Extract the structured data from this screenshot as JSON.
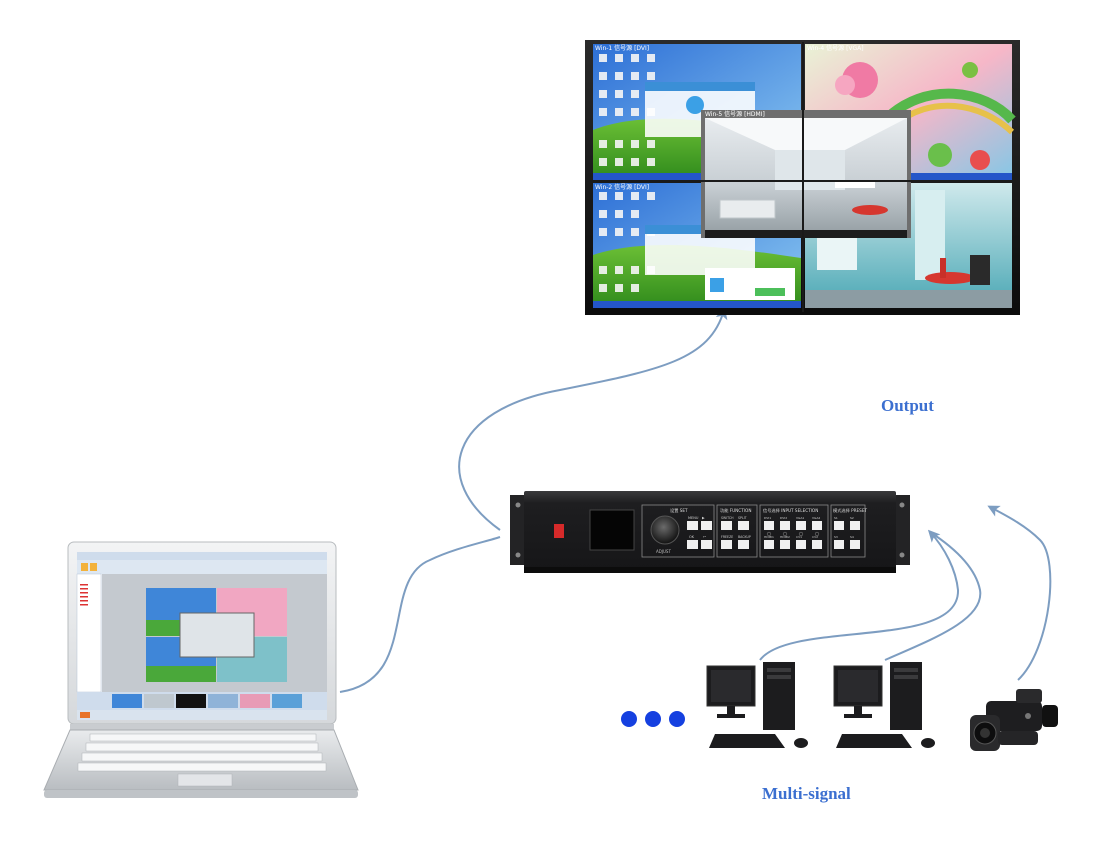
{
  "labels": {
    "output": "Output",
    "multi_signal": "Multi-signal"
  },
  "video_wall": {
    "windows": [
      {
        "title": "Win-1 信号源 [DVI]"
      },
      {
        "title": "Win-4 信号源 [VGA]"
      },
      {
        "title": "Win-5 信号源 [HDMI]"
      },
      {
        "title": "Win-2 信号源 [DVI]"
      }
    ]
  },
  "processor": {
    "sections": [
      {
        "label": "设置 SET"
      },
      {
        "label": "功能 FUNCTION"
      },
      {
        "label": "信号选择 INPUT SELECTION"
      },
      {
        "label": "模式选择 PRESET"
      }
    ],
    "buttons": [
      "MENU",
      "▶",
      "OK",
      "↩",
      "SWITCH",
      "SPLIT",
      "FREEZE",
      "BACKUP",
      "DVI1",
      "DVI2",
      "VGA1",
      "VGA2",
      "HDMI1",
      "HDMI2",
      "CV1",
      "CV2",
      "S1",
      "S2",
      "S3",
      "S4"
    ],
    "knob_label": "ADJUST"
  },
  "dots": {
    "count": 3
  },
  "colors": {
    "arrow": "#7d9dc1",
    "label": "#3b6fd0",
    "dot": "#1540e0",
    "device": "#1c1c1e"
  }
}
